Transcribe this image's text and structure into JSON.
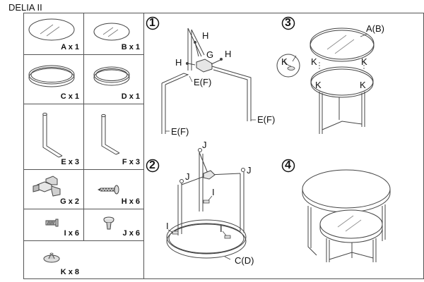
{
  "title": "DELIA II",
  "parts": {
    "A": "A x 1",
    "B": "B x 1",
    "C": "C x 1",
    "D": "D x 1",
    "E": "E x 3",
    "F": "F x 3",
    "G": "G x 2",
    "H": "H x 6",
    "I": "I x 6",
    "J": "J x 6",
    "K": "K x 8"
  },
  "steps": {
    "s1": "1",
    "s2": "2",
    "s3": "3",
    "s4": "4"
  },
  "callouts": {
    "step1": {
      "h1": "H",
      "h2": "H",
      "h3": "H",
      "g": "G",
      "ef1": "E(F)",
      "ef2": "E(F)",
      "ef3": "E(F)"
    },
    "step2": {
      "j1": "J",
      "j2": "J",
      "j3": "J",
      "i1": "I",
      "i2": "I",
      "i3": "I",
      "cd": "C(D)"
    },
    "step3": {
      "ab": "A(B)",
      "k0": "K",
      "k1": "K",
      "k2": "K",
      "k3": "K",
      "k4": "K"
    }
  }
}
